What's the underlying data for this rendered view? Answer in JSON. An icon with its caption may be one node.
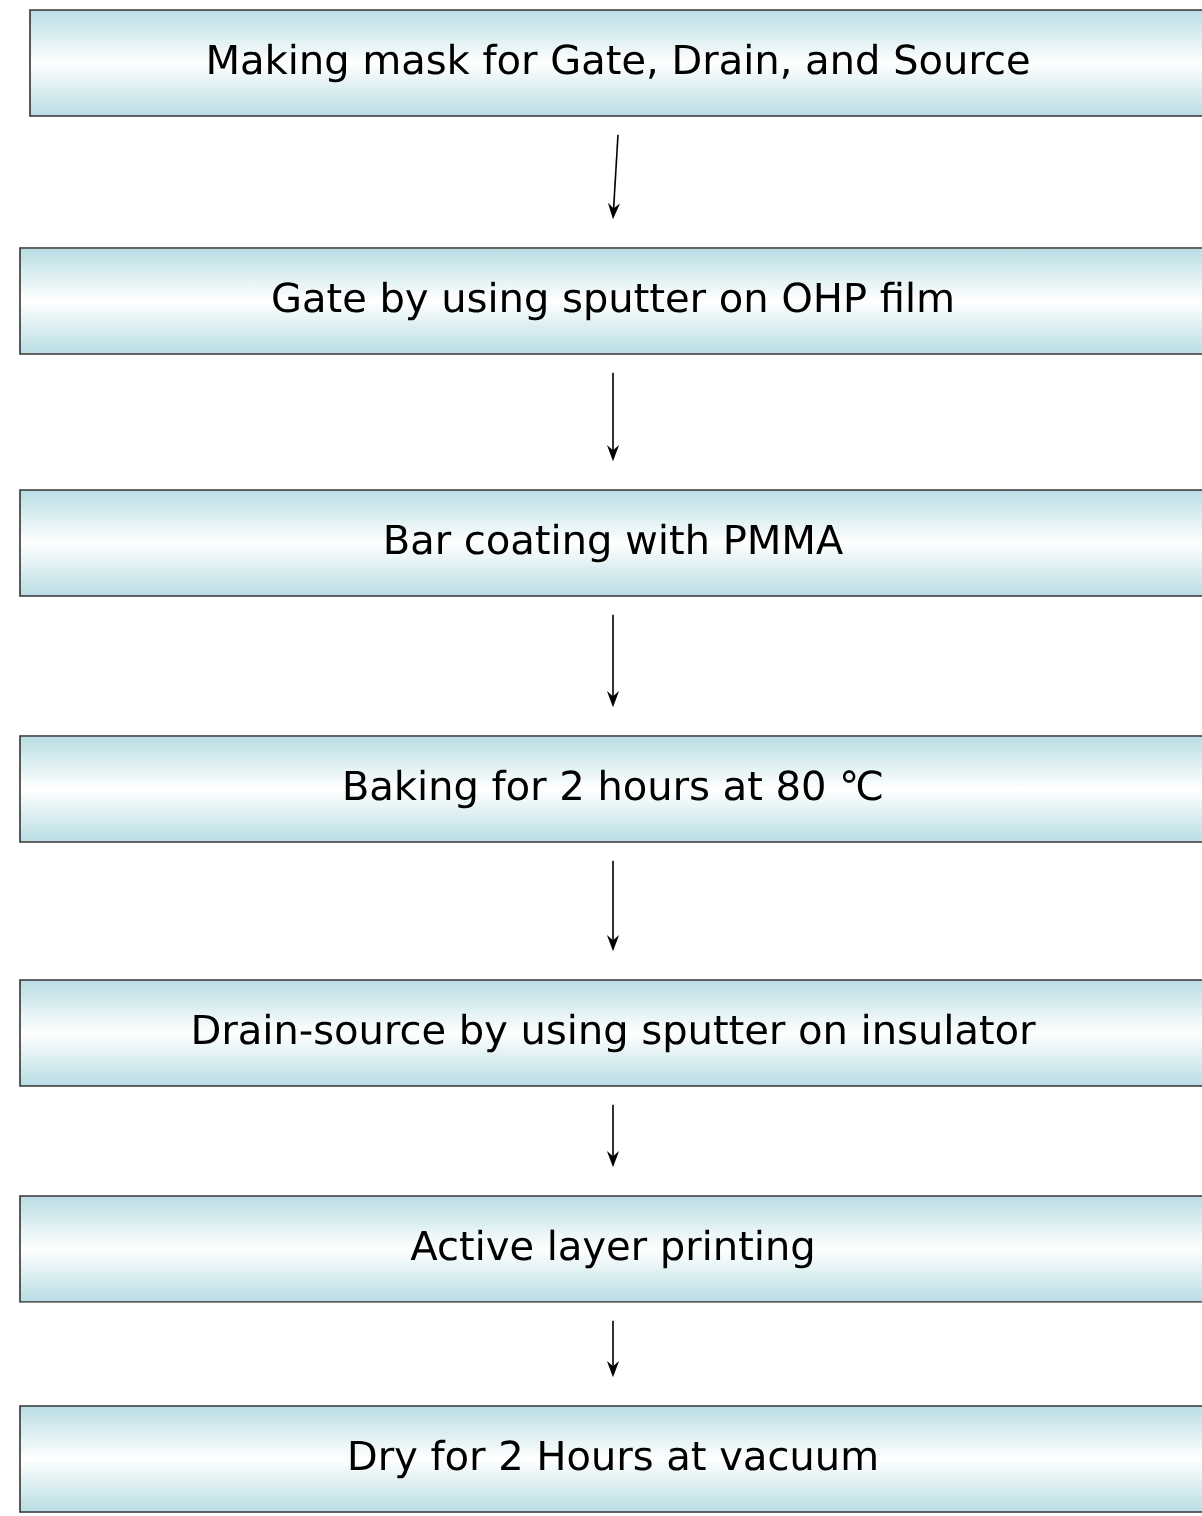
{
  "diagram": {
    "nodes": [
      {
        "text": [
          "Making mask for  Gate, Drain, and Source"
        ]
      },
      {
        "text": [
          "Gate by using sputter on OHP film"
        ]
      },
      {
        "text": [
          "Bar coating with PMMA"
        ]
      },
      {
        "text": [
          "Baking for 2 hours at 80 ℃"
        ]
      },
      {
        "text": [
          "Drain-source by using sputter on insulator"
        ]
      },
      {
        "text": [
          "Active layer printing"
        ]
      },
      {
        "text": [
          "Dry for 2 Hours at vacuum"
        ]
      }
    ],
    "edges": [
      {
        "from": 0,
        "to": 1,
        "arrow": "to"
      },
      {
        "from": 1,
        "to": 2,
        "arrow": "to"
      },
      {
        "from": 2,
        "to": 3,
        "arrow": "to"
      },
      {
        "from": 3,
        "to": 4,
        "arrow": "to"
      },
      {
        "from": 4,
        "to": 5,
        "arrow": "to"
      },
      {
        "from": 5,
        "to": 6,
        "arrow": "to"
      }
    ]
  }
}
